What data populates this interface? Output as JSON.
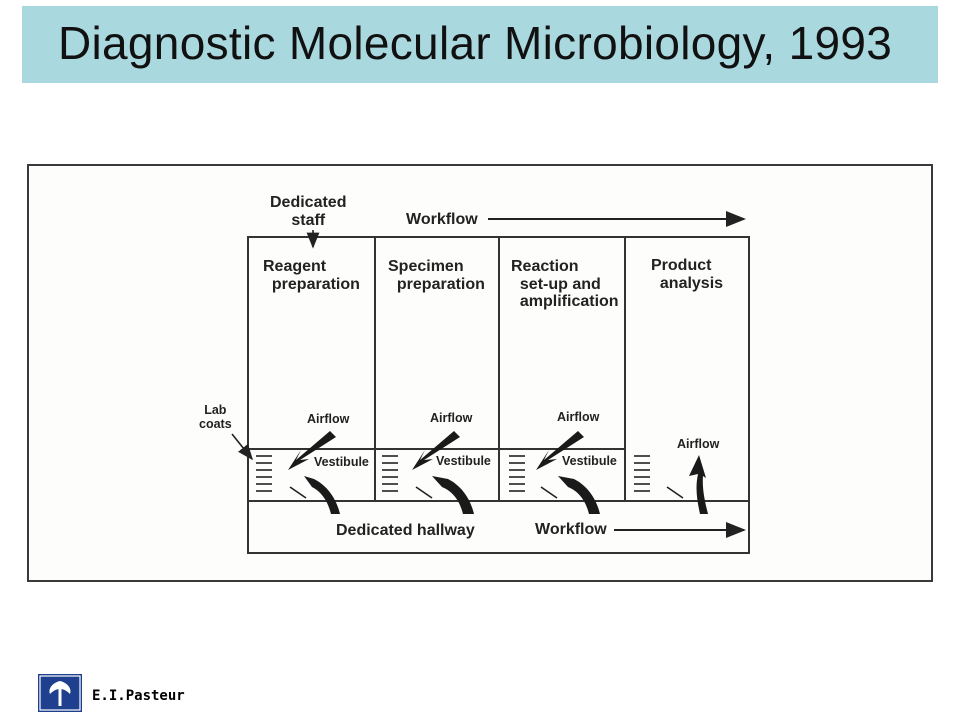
{
  "title": "Diagnostic Molecular Microbiology, 1993",
  "diagram": {
    "dedicated_staff": "Dedicated\nstaff",
    "workflow_top": "Workflow",
    "workflow_bottom": "Workflow",
    "hallway": "Dedicated hallway",
    "lab_coats": "Lab\ncoats",
    "rooms": [
      {
        "label": "Reagent\n  preparation",
        "airflow": "Airflow",
        "vestibule": "Vestibule"
      },
      {
        "label": "Specimen\n  preparation",
        "airflow": "Airflow",
        "vestibule": "Vestibule"
      },
      {
        "label": "Reaction\n  set-up and\n  amplification",
        "airflow": "Airflow",
        "vestibule": "Vestibule"
      },
      {
        "label": "Product\n  analysis",
        "airflow": "Airflow"
      }
    ]
  },
  "footer": {
    "logo_text": "E.I.Pasteur"
  },
  "colors": {
    "title_bar": "#a9d8df",
    "logo_blue": "#1f3f8f"
  }
}
